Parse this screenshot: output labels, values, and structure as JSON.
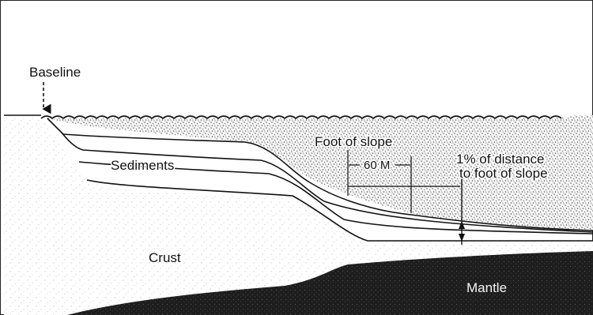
{
  "labels": {
    "baseline": "Baseline",
    "sediments": "Sediments",
    "foot_of_slope": "Foot of slope",
    "distance_60m": "60 M",
    "one_percent_line1": "1% of distance",
    "one_percent_line2": "to foot of slope",
    "crust": "Crust",
    "mantle": "Mantle"
  },
  "colors": {
    "water_stipple": "#8a8a8a",
    "crust_stipple": "#c8c8c8",
    "mantle": "#1f1f1f",
    "line": "#111111",
    "background": "#ffffff"
  }
}
